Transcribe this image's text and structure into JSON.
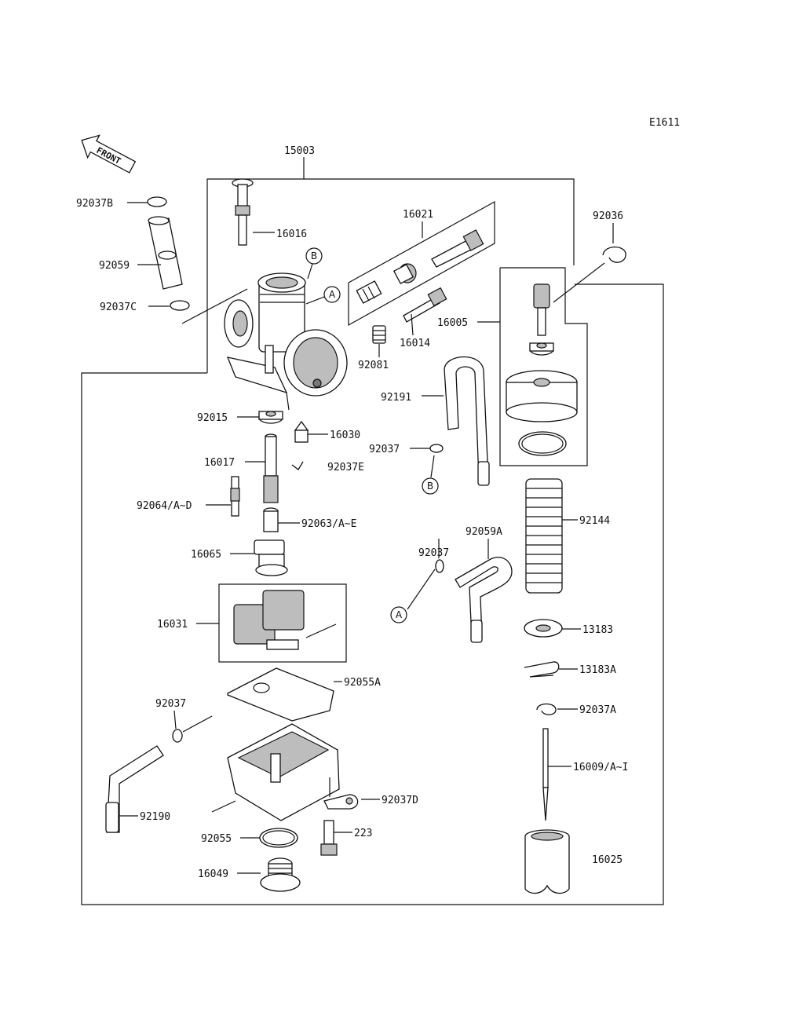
{
  "diagram_code": "E1611",
  "front_arrow_text": "FRONT",
  "assembly_number": "15003",
  "parts": {
    "p92037B": "92037B",
    "p92059": "92059",
    "p92037C": "92037C",
    "p16016": "16016",
    "p16021": "16021",
    "p92036": "92036",
    "p16005": "16005",
    "p16014": "16014",
    "p92081": "92081",
    "p92191": "92191",
    "p92015": "92015",
    "p16030": "16030",
    "p16017": "16017",
    "p92037E": "92037E",
    "p92037_top": "92037",
    "p92064": "92064/A~D",
    "p92063": "92063/A~E",
    "p16065": "16065",
    "p92059A": "92059A",
    "p92037_mid": "92037",
    "p92144": "92144",
    "p16031": "16031",
    "p13183": "13183",
    "p13183A": "13183A",
    "p92055A": "92055A",
    "p92037_low": "92037",
    "p92037A": "92037A",
    "p16009": "16009/A~I",
    "p92037D": "92037D",
    "p92190": "92190",
    "p223": "223",
    "p92055": "92055",
    "p16049": "16049",
    "p16025": "16025"
  },
  "callouts": {
    "A": "A",
    "B": "B"
  }
}
